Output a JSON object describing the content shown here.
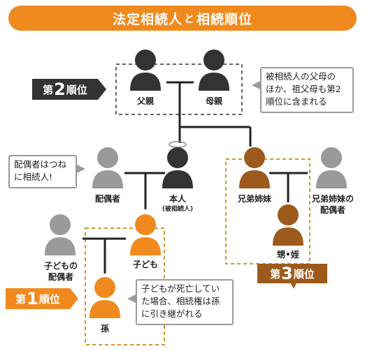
{
  "title": {
    "part1": "法定相続人",
    "joiner": "と",
    "part2": "相続順位"
  },
  "colors": {
    "orange": "#f08a1e",
    "brown": "#9c5a1c",
    "black": "#333333",
    "gray": "#9a9a9a",
    "line": "#222222",
    "dashed_orange": "#d7942c"
  },
  "persons": {
    "father": {
      "label": "父親",
      "color": "black"
    },
    "mother": {
      "label": "母親",
      "color": "black"
    },
    "spouse": {
      "label": "配偶者",
      "color": "gray"
    },
    "self": {
      "label": "本人",
      "sublabel": "(被相続人)",
      "color": "black"
    },
    "siblings": {
      "label": "兄弟姉妹",
      "color": "brown"
    },
    "siblings_spouse": {
      "label_line1": "兄弟姉妹の",
      "label_line2": "配偶者",
      "color": "gray"
    },
    "nephew": {
      "label": "甥•姪",
      "color": "brown"
    },
    "child_spouse": {
      "label_line1": "子どもの",
      "label_line2": "配偶者",
      "color": "gray"
    },
    "child": {
      "label": "子ども",
      "color": "orange"
    },
    "grandchild": {
      "label": "孫",
      "color": "orange"
    }
  },
  "notes": {
    "parents_note": [
      "被相続人の父母の",
      "ほか、祖父母も第2",
      "順位に含まれる"
    ],
    "spouse_note": [
      "配偶者はつね",
      "に相続人!"
    ],
    "grandchild_note": [
      "子どもが死亡してい",
      "た場合、相続権は孫",
      "に引き継がれる"
    ]
  },
  "ranks": {
    "rank2": {
      "prefix": "第",
      "num": "2",
      "suffix": "順位"
    },
    "rank1": {
      "prefix": "第",
      "num": "1",
      "suffix": "順位"
    },
    "rank3": {
      "prefix": "第",
      "num": "3",
      "suffix": "順位"
    }
  }
}
